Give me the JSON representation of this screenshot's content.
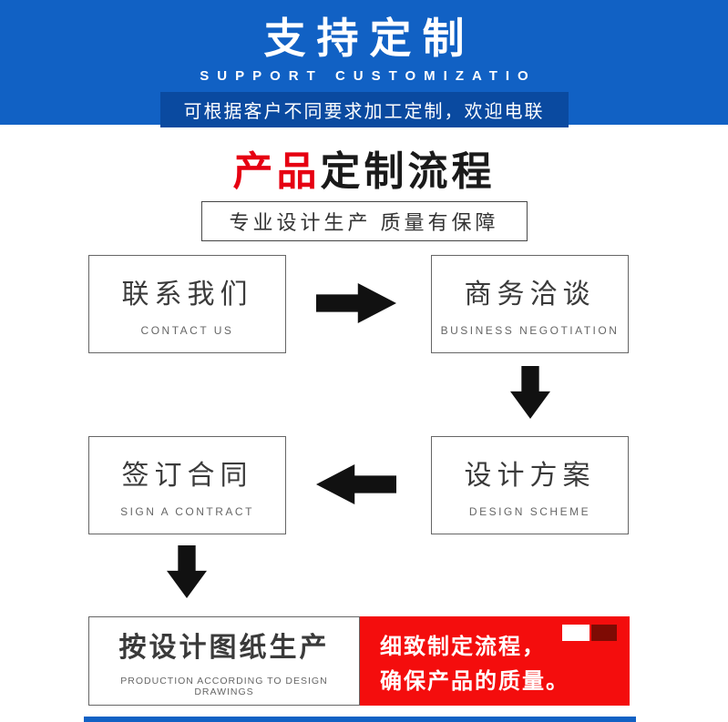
{
  "banner": {
    "title": "支持定制",
    "subtitle": "SUPPORT CUSTOMIZATIO",
    "strip": "可根据客户不同要求加工定制，欢迎电联"
  },
  "section": {
    "title_red": "产品",
    "title_rest": "定制流程",
    "tagline": "专业设计生产 质量有保障"
  },
  "flow": {
    "steps": [
      {
        "zh": "联系我们",
        "en": "CONTACT US"
      },
      {
        "zh": "商务洽谈",
        "en": "BUSINESS NEGOTIATION"
      },
      {
        "zh": "设计方案",
        "en": "DESIGN SCHEME"
      },
      {
        "zh": "签订合同",
        "en": "SIGN A CONTRACT"
      },
      {
        "zh": "按设计图纸生产",
        "en": "PRODUCTION ACCORDING TO DESIGN DRAWINGS"
      }
    ],
    "note_line1": "细致制定流程，",
    "note_line2": "确保产品的质量。"
  },
  "colors": {
    "banner_blue": "#1161c4",
    "strip_blue": "#0a4aa0",
    "accent_red": "#e60012",
    "note_red": "#f40d0d",
    "note_deco_dark": "#7e0b04",
    "arrow_black": "#111111"
  }
}
